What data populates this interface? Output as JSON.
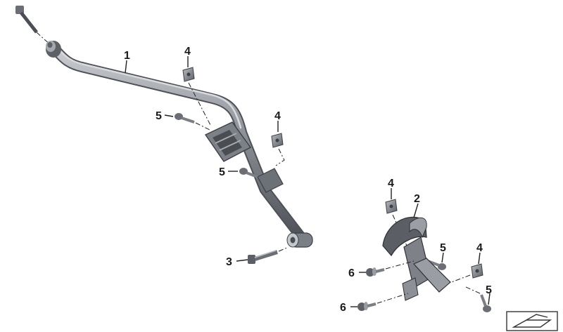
{
  "diagram": {
    "callouts": [
      {
        "id": "c1",
        "text": "1"
      },
      {
        "id": "c2",
        "text": "2"
      },
      {
        "id": "c3",
        "text": "3"
      },
      {
        "id": "c4a",
        "text": "4"
      },
      {
        "id": "c4b",
        "text": "4"
      },
      {
        "id": "c4c",
        "text": "4"
      },
      {
        "id": "c4d",
        "text": "4"
      },
      {
        "id": "c5a",
        "text": "5"
      },
      {
        "id": "c5b",
        "text": "5"
      },
      {
        "id": "c5c",
        "text": "5"
      },
      {
        "id": "c5d",
        "text": "5"
      },
      {
        "id": "c6a",
        "text": "6"
      },
      {
        "id": "c6b",
        "text": "6"
      }
    ],
    "icons": [
      "parts-diagram-icon"
    ],
    "colors": {
      "metal_dark": "#5a5d63",
      "metal_mid": "#8a8e95",
      "metal_light": "#c3c6cb",
      "ink": "#1a1a1a"
    }
  }
}
